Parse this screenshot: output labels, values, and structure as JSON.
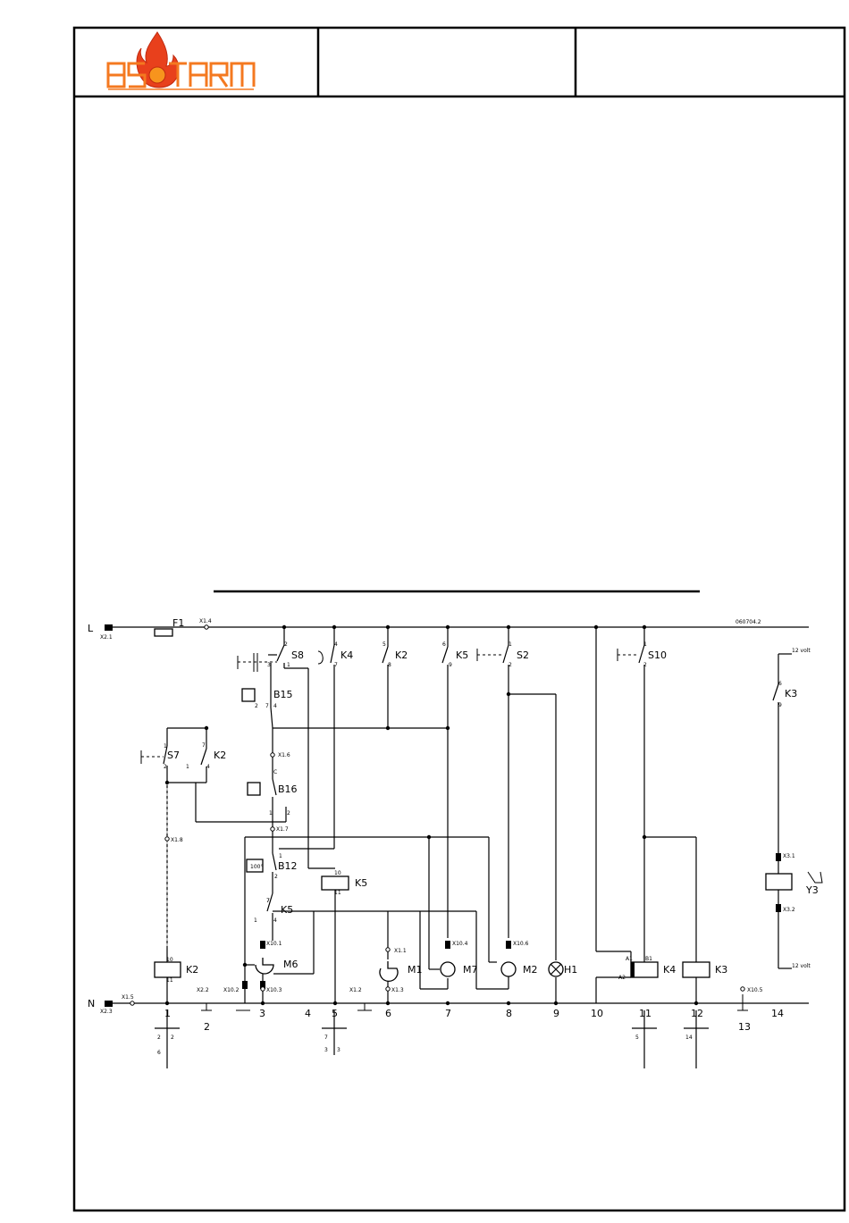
{
  "header": {
    "logo_text": "HS TARM",
    "brand_colors": {
      "flame": "#e8401c",
      "flame_core": "#f7941d",
      "letters": "#f47920"
    },
    "cells": [
      "",
      ""
    ]
  },
  "diagram": {
    "drawing_number": "060704.2",
    "supply": {
      "line": "L",
      "neutral": "N",
      "line_terminal": "X2.1",
      "neutral_terminal": "X2.3",
      "fuse": "F1",
      "fuse_terminal": "X1.4",
      "neutral_bus_terminal": "X1.5"
    },
    "voltage_top": "12 volt",
    "voltage_bottom": "12 volt",
    "components": {
      "S8": "S8",
      "K4_contact": "K4",
      "K2_contact_top": "K2",
      "K5_contact_top": "K5",
      "S2": "S2",
      "S10": "S10",
      "B15": "B15",
      "K3_contact": "K3",
      "S7": "S7",
      "K2_contact_mid": "K2",
      "B16": "B16",
      "B12": "B12",
      "K5_coil": "K5",
      "K5_contact_low": "K5",
      "K2_coil": "K2",
      "M6": "M6",
      "M1": "M1",
      "M7": "M7",
      "M2": "M2",
      "H1": "H1",
      "K4_coil": "K4",
      "K3_coil": "K3",
      "Y3": "Y3"
    },
    "terminals": [
      "X1.6",
      "X1.7",
      "X1.8",
      "X10.1",
      "X10.2",
      "X10.3",
      "X2.2",
      "X1.1",
      "X1.2",
      "X1.3",
      "X10.4",
      "X10.6",
      "X10.5",
      "X3.1",
      "X3.2"
    ],
    "pins": {
      "s8": [
        "2",
        "3",
        "1"
      ],
      "k4c": [
        "4",
        "7"
      ],
      "k2t": [
        "5",
        "8"
      ],
      "k5t": [
        "6",
        "9"
      ],
      "s2": [
        "1",
        "2"
      ],
      "s10": [
        "1",
        "2"
      ],
      "b15": [
        "2",
        "7",
        "4"
      ],
      "k3c": [
        "6",
        "9"
      ],
      "s7": [
        "1",
        "2"
      ],
      "k2m": [
        "7",
        "1",
        "4"
      ],
      "b16": [
        "C",
        "1",
        "2"
      ],
      "b12": [
        "1",
        "2",
        "7"
      ],
      "k5coil": [
        "10",
        "11"
      ],
      "k5low": [
        "7",
        "1",
        "4"
      ],
      "k2coil": [
        "10",
        "11"
      ],
      "k4coil": [
        "A1",
        "B1",
        "A2"
      ]
    },
    "b12_setting": "100°",
    "columns": [
      "1",
      "2",
      "3",
      "4",
      "5",
      "6",
      "7",
      "8",
      "9",
      "10",
      "11",
      "12",
      "13",
      "14"
    ],
    "cross_refs": [
      {
        "column": "1",
        "values": [
          "2",
          "2",
          "6"
        ]
      },
      {
        "column": "5",
        "values": [
          "7",
          "3",
          "3"
        ]
      },
      {
        "column": "11",
        "values": [
          "5"
        ]
      },
      {
        "column": "12",
        "values": [
          "14"
        ]
      }
    ]
  }
}
